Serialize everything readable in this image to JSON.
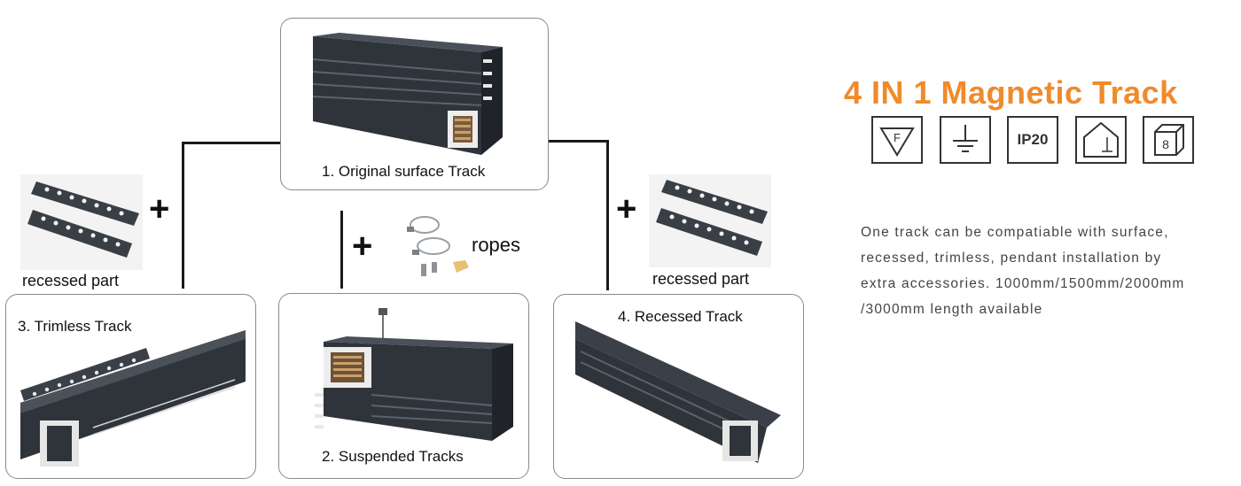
{
  "title": "4 IN 1 Magnetic Track",
  "cards": {
    "original": "1. Original surface Track",
    "trimless": "3. Trimless Track",
    "suspended": "2. Suspended Tracks",
    "recessed": "4. Recessed Track"
  },
  "parts": {
    "left": "recessed part",
    "right": "recessed part",
    "ropes": "ropes"
  },
  "plus_symbol": "+",
  "icons": {
    "f_mark": "F",
    "ground": "ground-icon",
    "ip": "IP20",
    "house": "house-icon",
    "cube": "8"
  },
  "description_lines": [
    "One track can be compatiable with surface,",
    "recessed, trimless, pendant installation by",
    "extra accessories. 1000mm/1500mm/2000mm",
    "/3000mm length available"
  ],
  "colors": {
    "accent": "#f08a2a",
    "track": "#2f343b"
  }
}
